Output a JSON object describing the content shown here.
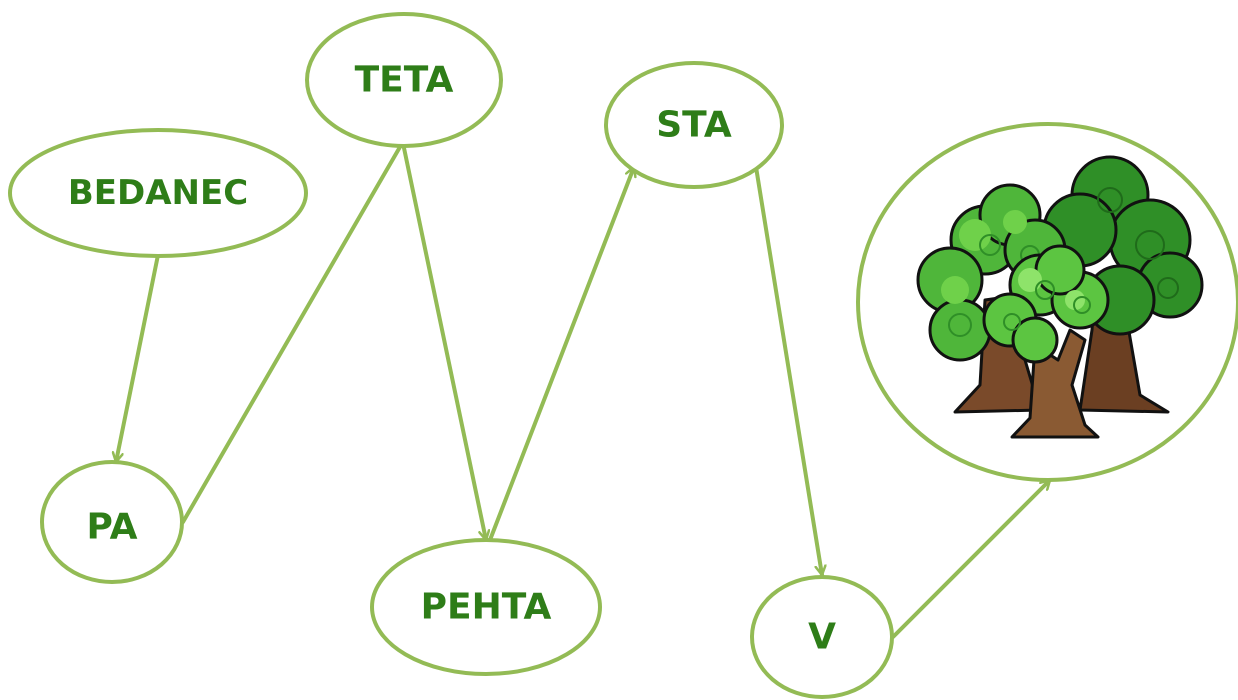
{
  "nodes": [
    {
      "id": "bedanec",
      "label": "BEDANEC"
    },
    {
      "id": "teta",
      "label": "TETA"
    },
    {
      "id": "pa",
      "label": "PA"
    },
    {
      "id": "pehta",
      "label": "PEHTA"
    },
    {
      "id": "sta",
      "label": "STA"
    },
    {
      "id": "v",
      "label": "V"
    },
    {
      "id": "forest",
      "label": "",
      "icon": "trees-icon"
    }
  ],
  "edges": [
    {
      "from": "bedanec",
      "to": "pa"
    },
    {
      "from": "pa",
      "to": "teta"
    },
    {
      "from": "teta",
      "to": "pehta"
    },
    {
      "from": "pehta",
      "to": "sta"
    },
    {
      "from": "sta",
      "to": "v"
    },
    {
      "from": "v",
      "to": "forest"
    }
  ],
  "colors": {
    "outline": "#93bb55",
    "text": "#2e7d18",
    "leaf_light": "#6fd14a",
    "leaf_dark": "#2f8f27",
    "trunk": "#7a4a2a"
  }
}
